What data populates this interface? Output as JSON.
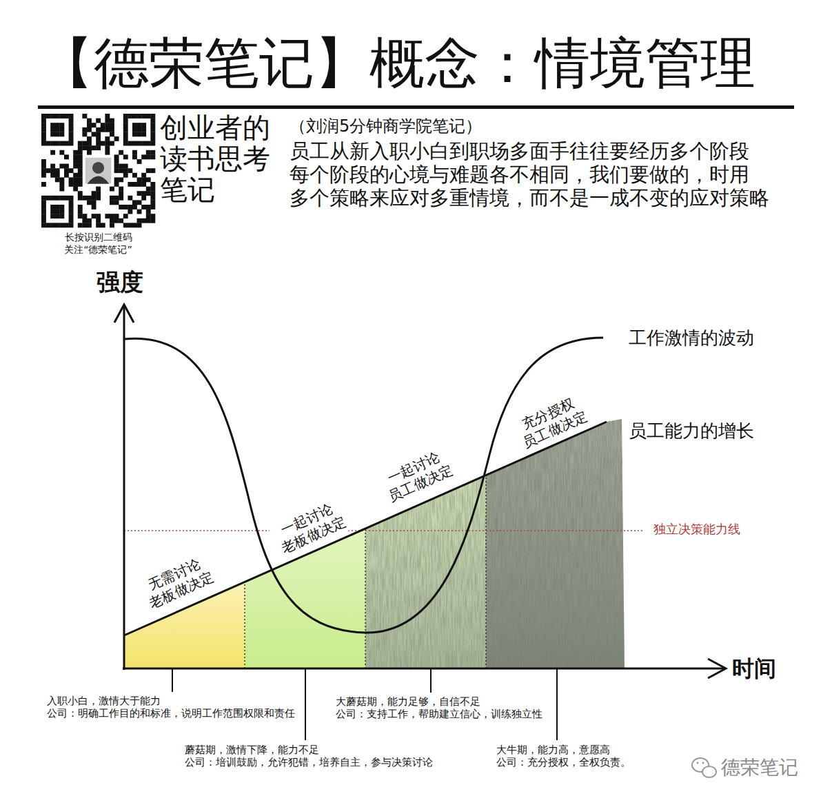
{
  "diagram": {
    "title": "【德荣笔记】概念：情境管理",
    "labels": [
      "长按识别二维码",
      "关注“德荣笔记”",
      "创业者的 读书思考 笔记",
      "（刘润5分钟商学院笔记）",
      "员工从新入职小白到职场多面手往往要经历多个阶段 每个阶段的心境与难题各不相同，我们要做的，时用 多个策略来应对多重情境，而不是一成不变的应对策略",
      "强度",
      "时间",
      "工作激情的波动",
      "员工能力的增长",
      "无需讨论 老板做决定",
      "一起讨论 老板做决定",
      "一起讨论 员工做决定",
      "充分授权 员工做决定",
      "独立决策能力线",
      "入职小白，激情大于能力",
      "公司：明确工作目的和标准，说明工作范围权限和责任",
      "蘑菇期，激情下降，能力不足",
      "公司：培训鼓励，允许犯错，培养自主，参与决策讨论",
      "大蘑菇期，能力足够，自信不足",
      "公司：支持工作，帮助建立信心，训练独立性",
      "大牛期，能力高，意愿高",
      "公司：充分授权，全权负责。",
      "德荣笔记"
    ]
  }
}
